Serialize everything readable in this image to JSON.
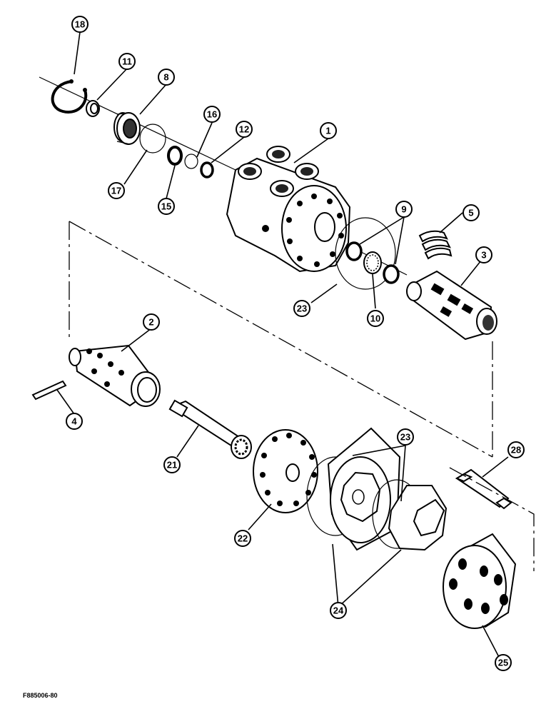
{
  "figure": {
    "code": "F885006-80"
  },
  "callouts": [
    {
      "id": "c18",
      "label": "18"
    },
    {
      "id": "c11",
      "label": "11"
    },
    {
      "id": "c8",
      "label": "8"
    },
    {
      "id": "c16",
      "label": "16"
    },
    {
      "id": "c12",
      "label": "12"
    },
    {
      "id": "c1",
      "label": "1"
    },
    {
      "id": "c17",
      "label": "17"
    },
    {
      "id": "c15",
      "label": "15"
    },
    {
      "id": "c9",
      "label": "9"
    },
    {
      "id": "c5",
      "label": "5"
    },
    {
      "id": "c3",
      "label": "3"
    },
    {
      "id": "c23a",
      "label": "23"
    },
    {
      "id": "c10",
      "label": "10"
    },
    {
      "id": "c2",
      "label": "2"
    },
    {
      "id": "c4",
      "label": "4"
    },
    {
      "id": "c21",
      "label": "21"
    },
    {
      "id": "c23b",
      "label": "23"
    },
    {
      "id": "c28",
      "label": "28"
    },
    {
      "id": "c22",
      "label": "22"
    },
    {
      "id": "c24",
      "label": "24"
    },
    {
      "id": "c25",
      "label": "25"
    }
  ]
}
